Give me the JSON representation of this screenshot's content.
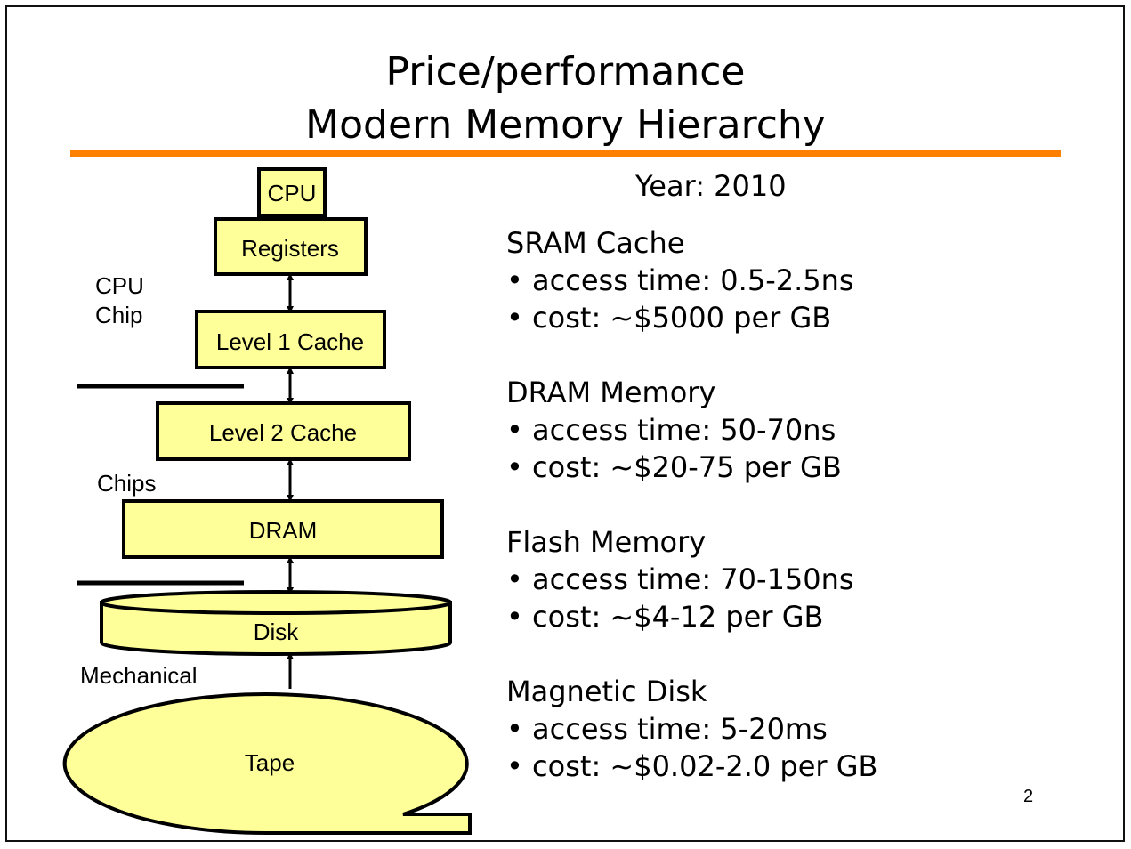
{
  "title": {
    "line1": "Price/performance",
    "line2": "Modern Memory Hierarchy"
  },
  "colors": {
    "accent_rule": "#ff8000",
    "box_fill": "#ffff99",
    "outline": "#000000"
  },
  "diagram": {
    "levels": [
      {
        "key": "cpu",
        "label": "CPU"
      },
      {
        "key": "registers",
        "label": "Registers"
      },
      {
        "key": "l1",
        "label": "Level 1 Cache"
      },
      {
        "key": "l2",
        "label": "Level 2 Cache"
      },
      {
        "key": "dram",
        "label": "DRAM"
      },
      {
        "key": "disk",
        "label": "Disk"
      },
      {
        "key": "tape",
        "label": "Tape"
      }
    ],
    "side_labels": {
      "cpu_chip_line1": "CPU",
      "cpu_chip_line2": "Chip",
      "chips": "Chips",
      "mechanical": "Mechanical"
    }
  },
  "info": {
    "year": "Year: 2010",
    "sections": [
      {
        "heading": "SRAM Cache",
        "access": "• access time: 0.5-2.5ns",
        "cost": "• cost: ~$5000 per GB"
      },
      {
        "heading": "DRAM Memory",
        "access": "• access time: 50-70ns",
        "cost": "• cost: ~$20-75 per GB"
      },
      {
        "heading": "Flash Memory",
        "access": "• access time: 70-150ns",
        "cost": "• cost: ~$4-12 per GB"
      },
      {
        "heading": "Magnetic Disk",
        "access": "• access time: 5-20ms",
        "cost": "• cost: ~$0.02-2.0 per GB"
      }
    ]
  },
  "page_number": "2"
}
